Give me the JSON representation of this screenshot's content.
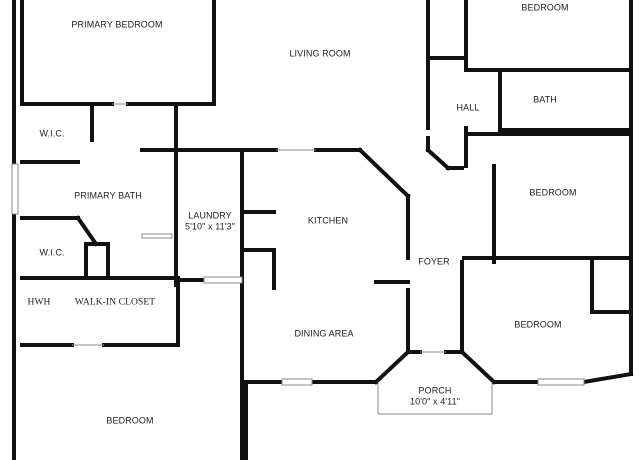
{
  "colors": {
    "wall": "#111111",
    "window": "#8a8a8a",
    "background": "#ffffff",
    "text": "#222222"
  },
  "rooms": {
    "primary_bedroom": "PRIMARY BEDROOM",
    "living_room": "LIVING ROOM",
    "bedroom_top_right": "BEDROOM",
    "hall": "HALL",
    "bath": "BATH",
    "wic_top": "W.I.C.",
    "primary_bath": "PRIMARY BATH",
    "laundry": "LAUNDRY",
    "laundry_dim": "5'10\" x 11'3\"",
    "kitchen": "KITCHEN",
    "bedroom_mid_right": "BEDROOM",
    "wic_bottom": "W.I.C.",
    "foyer": "FOYER",
    "hwh": "HWH",
    "walk_in_closet": "WALK-IN CLOSET",
    "bedroom_lower_right": "BEDROOM",
    "dining_area": "DINING AREA",
    "porch": "PORCH",
    "porch_dim": "10'0\" x 4'11\"",
    "bedroom_bottom_left": "BEDROOM"
  }
}
